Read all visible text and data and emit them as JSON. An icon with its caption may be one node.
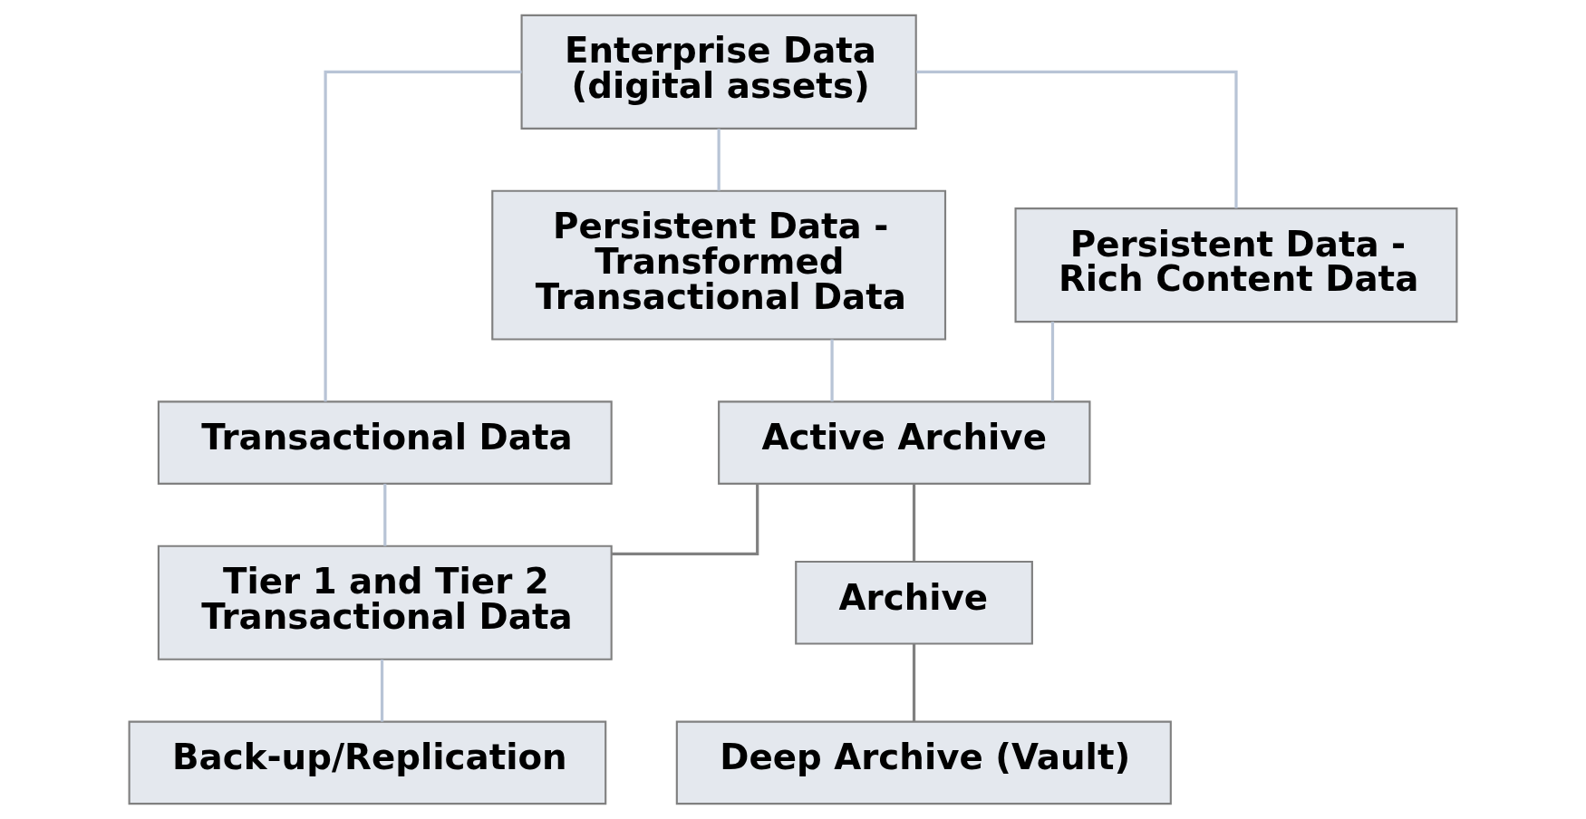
{
  "diagram": {
    "nodes": [
      {
        "text": [
          "Enterprise Data (digital assets)"
        ]
      },
      {
        "text": [
          "Transactional Data"
        ]
      },
      {
        "text": [
          "Persistent Data - Transformed Transactional Data"
        ]
      },
      {
        "text": [
          "Persistent Data - Rich Content Data"
        ]
      },
      {
        "text": [
          "Active Archive"
        ]
      },
      {
        "text": [
          "Tier 1 and Tier 2 Transactional Data"
        ]
      },
      {
        "text": [
          "Archive"
        ]
      },
      {
        "text": [
          "Back-up/Replication"
        ]
      },
      {
        "text": [
          "Deep Archive (Vault)"
        ]
      }
    ],
    "edges": [
      {
        "from": 0,
        "to": 1,
        "arrow": "none"
      },
      {
        "from": 0,
        "to": 2,
        "arrow": "none"
      },
      {
        "from": 0,
        "to": 3,
        "arrow": "none"
      },
      {
        "from": 2,
        "to": 4,
        "arrow": "none"
      },
      {
        "from": 3,
        "to": 4,
        "arrow": "none"
      },
      {
        "from": 1,
        "to": 5,
        "arrow": "none"
      },
      {
        "from": 4,
        "to": 5,
        "arrow": "none",
        "color": "#808080"
      },
      {
        "from": 4,
        "to": 6,
        "arrow": "none",
        "color": "#808080"
      },
      {
        "from": 5,
        "to": 7,
        "arrow": "none"
      },
      {
        "from": 6,
        "to": 8,
        "arrow": "none",
        "color": "#808080"
      }
    ]
  }
}
